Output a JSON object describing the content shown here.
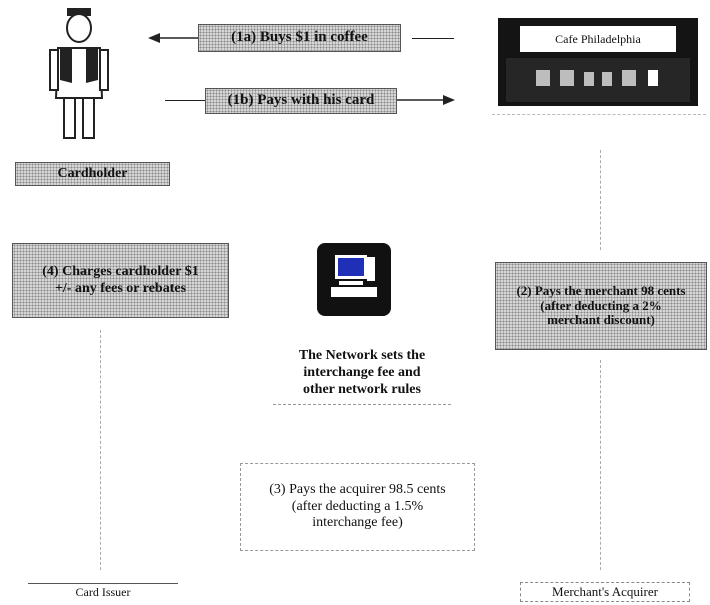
{
  "arrows": {
    "step_1a": "(1a) Buys $1 in coffee",
    "step_1b": "(1b) Pays with his card"
  },
  "merchant_sign": "Cafe Philadelphia",
  "cardholder_label": "Cardholder",
  "step_4": [
    "(4) Charges cardholder $1",
    "+/- any fees or rebates"
  ],
  "step_2": [
    "(2) Pays the merchant 98 cents",
    "(after deducting a 2%",
    "merchant discount)"
  ],
  "network_text": [
    "The Network sets the",
    "interchange fee and",
    "other network rules"
  ],
  "step_3": [
    "(3) Pays the acquirer 98.5 cents",
    "(after deducting a 1.5%",
    "interchange fee)"
  ],
  "card_issuer_label": "Card Issuer",
  "merchant_acquirer_label": "Merchant's Acquirer",
  "colors": {
    "dotted_fill": "#d6d6d6",
    "screen_blue": "#1f2fb8",
    "computer_bg": "#111111"
  },
  "icons": [
    "person-icon",
    "cafe-storefront-icon",
    "computer-icon"
  ]
}
